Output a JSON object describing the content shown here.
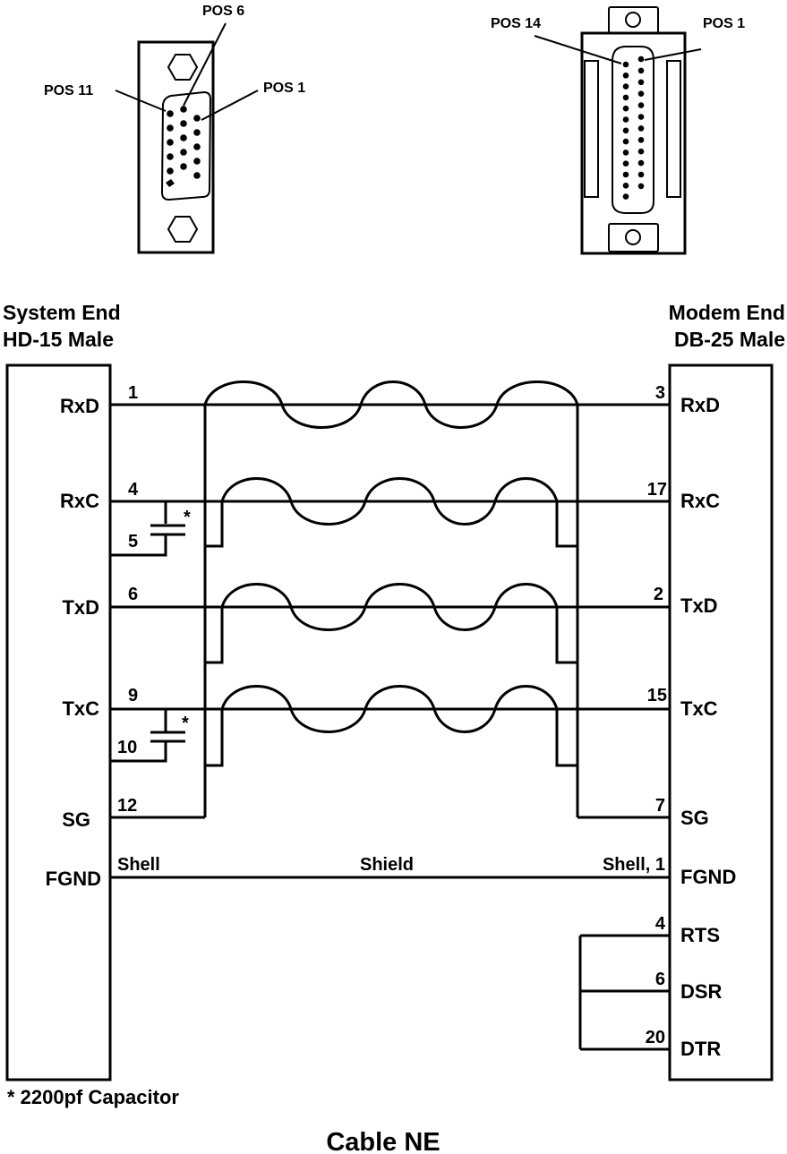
{
  "hd15_connector": {
    "labels": {
      "pos6": "POS 6",
      "pos11": "POS 11",
      "pos1": "POS 1"
    }
  },
  "db25_connector": {
    "labels": {
      "pos14": "POS 14",
      "pos1": "POS 1"
    }
  },
  "system_end": {
    "line1": "System End",
    "line2": "HD-15 Male"
  },
  "modem_end": {
    "line1": "Modem End",
    "line2": "DB-25 Male"
  },
  "signals": {
    "rxd": {
      "left": "RxD",
      "left_pin": "1",
      "right_pin": "3",
      "right": "RxD"
    },
    "rxc": {
      "left": "RxC",
      "left_pin": "4",
      "left_cap_pin": "5",
      "right_pin": "17",
      "right": "RxC"
    },
    "txd": {
      "left": "TxD",
      "left_pin": "6",
      "right_pin": "2",
      "right": "TxD"
    },
    "txc": {
      "left": "TxC",
      "left_pin": "9",
      "left_cap_pin": "10",
      "right_pin": "15",
      "right": "TxC"
    },
    "sg": {
      "left": "SG",
      "left_pin": "12",
      "right_pin": "7",
      "right": "SG"
    },
    "fgnd": {
      "left": "FGND",
      "left_pin": "Shell",
      "mid": "Shield",
      "right_pin": "Shell, 1",
      "right": "FGND"
    },
    "rts": {
      "right_pin": "4",
      "right": "RTS"
    },
    "dsr": {
      "right_pin": "6",
      "right": "DSR"
    },
    "dtr": {
      "right_pin": "20",
      "right": "DTR"
    }
  },
  "capacitor_mark": "*",
  "footnote": "* 2200pf Capacitor",
  "title": "Cable NE"
}
